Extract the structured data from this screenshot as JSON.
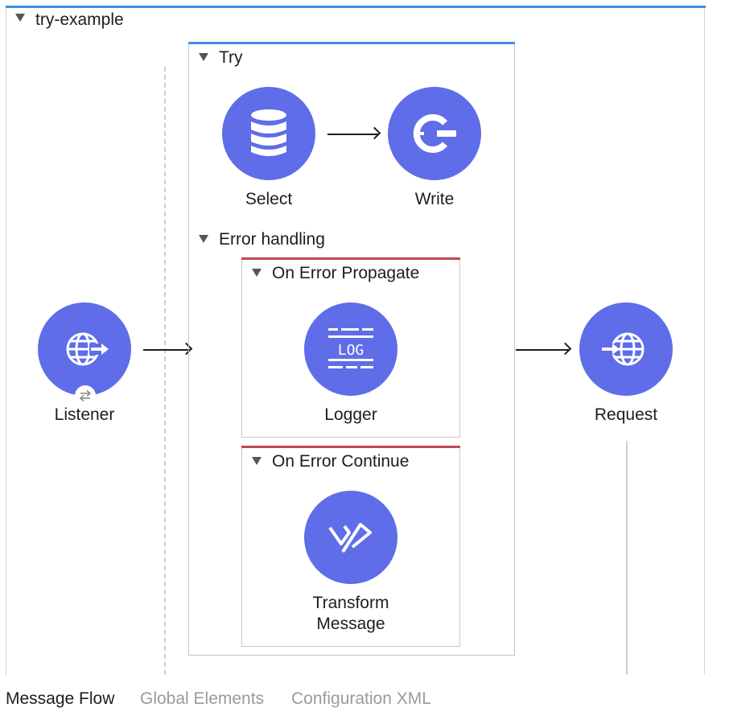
{
  "flow": {
    "name": "try-example"
  },
  "try_scope": {
    "label": "Try",
    "error_handling_label": "Error handling"
  },
  "components": {
    "listener": {
      "label": "Listener",
      "icon": "http-listener-globe-icon"
    },
    "select": {
      "label": "Select",
      "icon": "database-icon"
    },
    "write": {
      "label": "Write",
      "icon": "connector-write-icon"
    },
    "logger": {
      "label": "Logger",
      "icon": "log-icon"
    },
    "transform": {
      "label_line1": "Transform",
      "label_line2": "Message",
      "icon": "dataweave-icon"
    },
    "request": {
      "label": "Request",
      "icon": "http-request-globe-icon"
    }
  },
  "handlers": {
    "propagate": {
      "label": "On Error Propagate"
    },
    "continue": {
      "label": "On Error Continue"
    }
  },
  "tabs": [
    {
      "label": "Message Flow",
      "active": true
    },
    {
      "label": "Global Elements",
      "active": false
    },
    {
      "label": "Configuration XML",
      "active": false
    }
  ],
  "colors": {
    "component_fill": "#5f6de8",
    "flow_accent": "#3f8fe0",
    "error_handler_accent": "#c0475a"
  }
}
